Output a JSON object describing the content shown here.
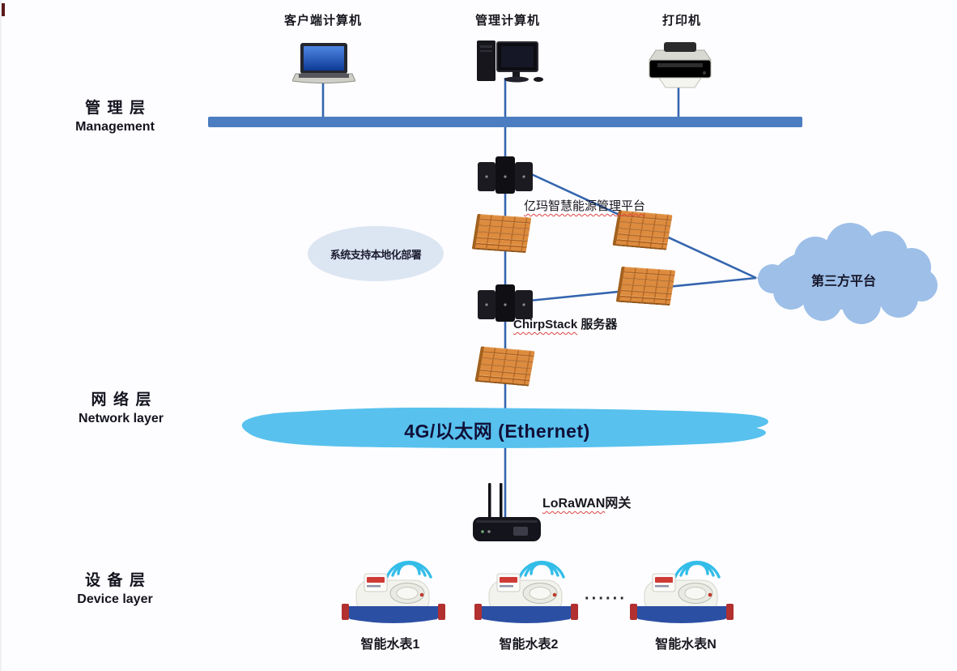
{
  "layers": [
    {
      "zh": "管理层",
      "en": "Management"
    },
    {
      "zh": "网络层",
      "en": "Network layer"
    },
    {
      "zh": "设备层",
      "en": "Device layer"
    }
  ],
  "top_devices": [
    {
      "label": "客户端计算机"
    },
    {
      "label": "管理计算机"
    },
    {
      "label": "打印机"
    }
  ],
  "platform": {
    "label": "亿玛智慧能源管理平台"
  },
  "note_bubble": {
    "label": "系统支持本地化部署"
  },
  "third_party": {
    "label": "第三方平台"
  },
  "chirpstack": {
    "name": "ChirpStack",
    "suffix": " 服务器"
  },
  "network_band": {
    "label": "4G/以太网 (Ethernet)"
  },
  "gateway": {
    "name": "LoRaWAN",
    "suffix": "网关"
  },
  "meters": [
    {
      "label": "智能水表1"
    },
    {
      "label": "智能水表2"
    },
    {
      "label": "智能水表N"
    }
  ],
  "ellipsis": "······",
  "colors": {
    "bus_bar": "#4b7dc0",
    "connector": "#3465ae",
    "band_fill": "#58c1ee",
    "cloud_fill": "#9dbfe8",
    "bubble_fill": "#dce5f2",
    "firewall": "#dd8b3e",
    "meter_base": "#2b4fa3",
    "meter_cap": "#b23030",
    "wifi_arc": "#33bde8"
  }
}
